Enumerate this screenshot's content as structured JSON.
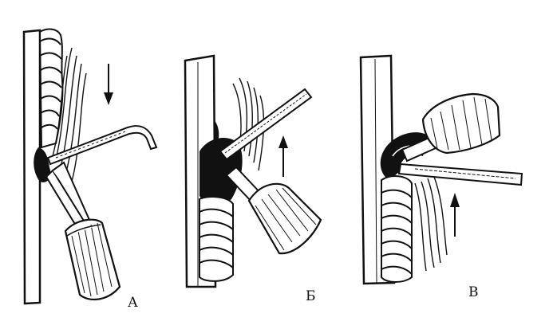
{
  "labels": {
    "a": "А",
    "b": "Б",
    "v": "В"
  },
  "colors": {
    "ink": "#111111",
    "background": "#ffffff"
  }
}
